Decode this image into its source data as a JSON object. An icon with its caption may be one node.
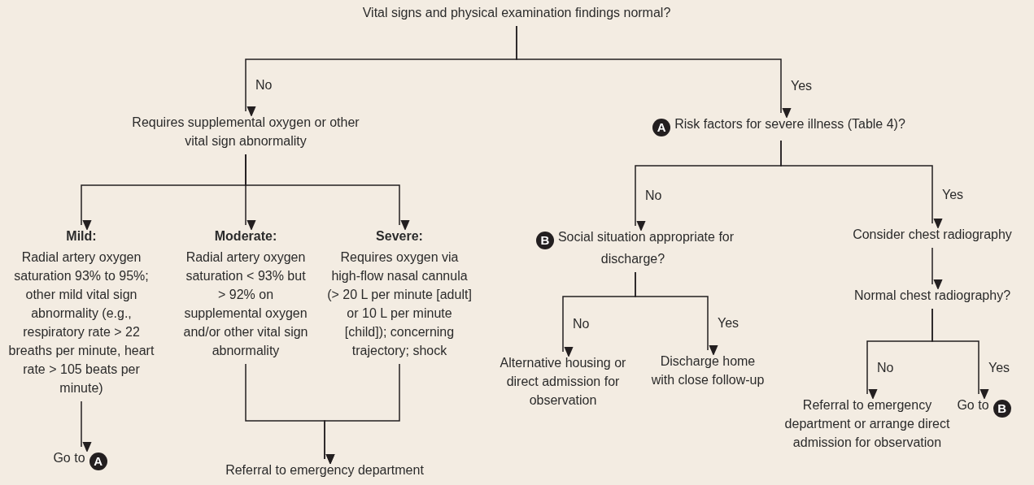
{
  "diagram": {
    "nodes": [
      {
        "text": [
          "Vital signs and physical examination findings normal?"
        ]
      },
      {
        "text": [
          "Requires supplemental oxygen or other vital sign abnormality"
        ]
      },
      {
        "text": [
          "A",
          "Risk factors for severe illness (Table 4)?"
        ]
      },
      {
        "text": [
          "Mild:",
          "Radial artery oxygen saturation 93% to 95%; other mild vital sign abnormality (e.g., respiratory rate > 22 breaths per minute, heart rate > 105 beats per minute)"
        ]
      },
      {
        "text": [
          "Moderate:",
          "Radial artery oxygen saturation < 93% but > 92% on supplemental oxygen and/or other vital sign abnormality"
        ]
      },
      {
        "text": [
          "Severe:",
          "Requires oxygen via high-flow nasal cannula (> 20 L per minute [adult] or 10 L per minute [child]); concerning trajectory; shock"
        ]
      },
      {
        "text": [
          "Go to",
          "A"
        ]
      },
      {
        "text": [
          "Referral to emergency department"
        ]
      },
      {
        "text": [
          "B",
          "Social situation appropriate for discharge?"
        ]
      },
      {
        "text": [
          "Consider chest radiography"
        ]
      },
      {
        "text": [
          "Normal chest radiography?"
        ]
      },
      {
        "text": [
          "Alternative housing or direct admission for observation"
        ]
      },
      {
        "text": [
          "Discharge home with close follow-up"
        ]
      },
      {
        "text": [
          "Referral to emergency department or arrange direct admission for observation"
        ]
      },
      {
        "text": [
          "Go to",
          "B"
        ]
      }
    ],
    "edges": [
      {
        "from": 0,
        "to": 1,
        "arrow": "to",
        "label": "No"
      },
      {
        "from": 0,
        "to": 2,
        "arrow": "to",
        "label": "Yes"
      },
      {
        "from": 1,
        "to": 3,
        "arrow": "to"
      },
      {
        "from": 1,
        "to": 4,
        "arrow": "to"
      },
      {
        "from": 1,
        "to": 5,
        "arrow": "to"
      },
      {
        "from": 3,
        "to": 6,
        "arrow": "to"
      },
      {
        "from": 4,
        "to": 7,
        "arrow": "to"
      },
      {
        "from": 5,
        "to": 7,
        "arrow": "to"
      },
      {
        "from": 2,
        "to": 8,
        "arrow": "to",
        "label": "No"
      },
      {
        "from": 2,
        "to": 9,
        "arrow": "to",
        "label": "Yes"
      },
      {
        "from": 8,
        "to": 11,
        "arrow": "to",
        "label": "No"
      },
      {
        "from": 8,
        "to": 12,
        "arrow": "to",
        "label": "Yes"
      },
      {
        "from": 9,
        "to": 10,
        "arrow": "to"
      },
      {
        "from": 10,
        "to": 13,
        "arrow": "to",
        "label": "No"
      },
      {
        "from": 10,
        "to": 14,
        "arrow": "to",
        "label": "Yes"
      }
    ]
  }
}
